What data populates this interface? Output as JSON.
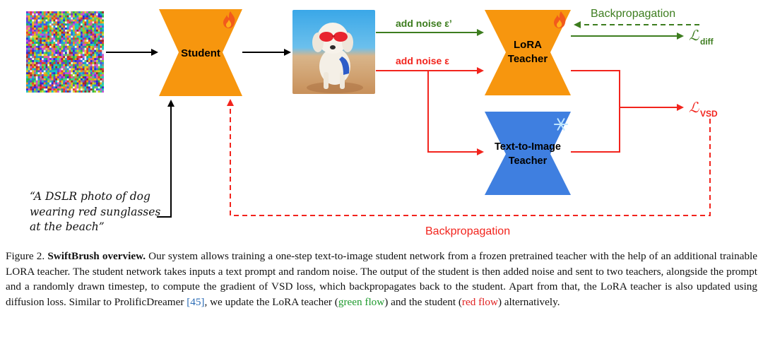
{
  "diagram": {
    "student_label": "Student",
    "lora_teacher_label_line1": "LoRA",
    "lora_teacher_label_line2": "Teacher",
    "t2i_teacher_label_line1": "Text-to-Image",
    "t2i_teacher_label_line2": "Teacher",
    "add_noise_green": "add noise ε’",
    "add_noise_red": "add noise ε",
    "backprop_top": "Backpropagation",
    "backprop_bottom": "Backpropagation",
    "loss_diff_symbol": "ℒ",
    "loss_diff_subscript": "diff",
    "loss_vsd_symbol": "ℒ",
    "loss_vsd_subscript": "VSD",
    "prompt_lines": [
      "“A DSLR photo of dog",
      "wearing red sunglasses",
      "at the beach”"
    ],
    "colors": {
      "orange": "#f7960e",
      "blue": "#3f7fe0",
      "green": "#3d7d1f",
      "red": "#f2241d",
      "black": "#000000"
    },
    "icons": {
      "student": "fire-icon",
      "lora_teacher": "fire-icon",
      "t2i_teacher": "snowflake-icon"
    }
  },
  "caption": {
    "figure_label": "Figure 2.",
    "title": "SwiftBrush overview.",
    "text1": " Our system allows training a one-step text-to-image student network from a frozen pretrained teacher with the help of an additional trainable LORA teacher. The student network takes inputs a text prompt and random noise. The output of the student is then added noise and sent to two teachers, alongside the prompt and a randomly drawn timestep, to compute the gradient of VSD loss, which backpropagates back to the student. Apart from that, the LoRA teacher is also updated using diffusion loss. Similar to ProlificDreamer ",
    "ref": "[45]",
    "text2": ", we update the LoRA teacher (",
    "green_flow": "green flow",
    "text3": ") and the student (",
    "red_flow": "red flow",
    "text4": ") alternatively."
  }
}
